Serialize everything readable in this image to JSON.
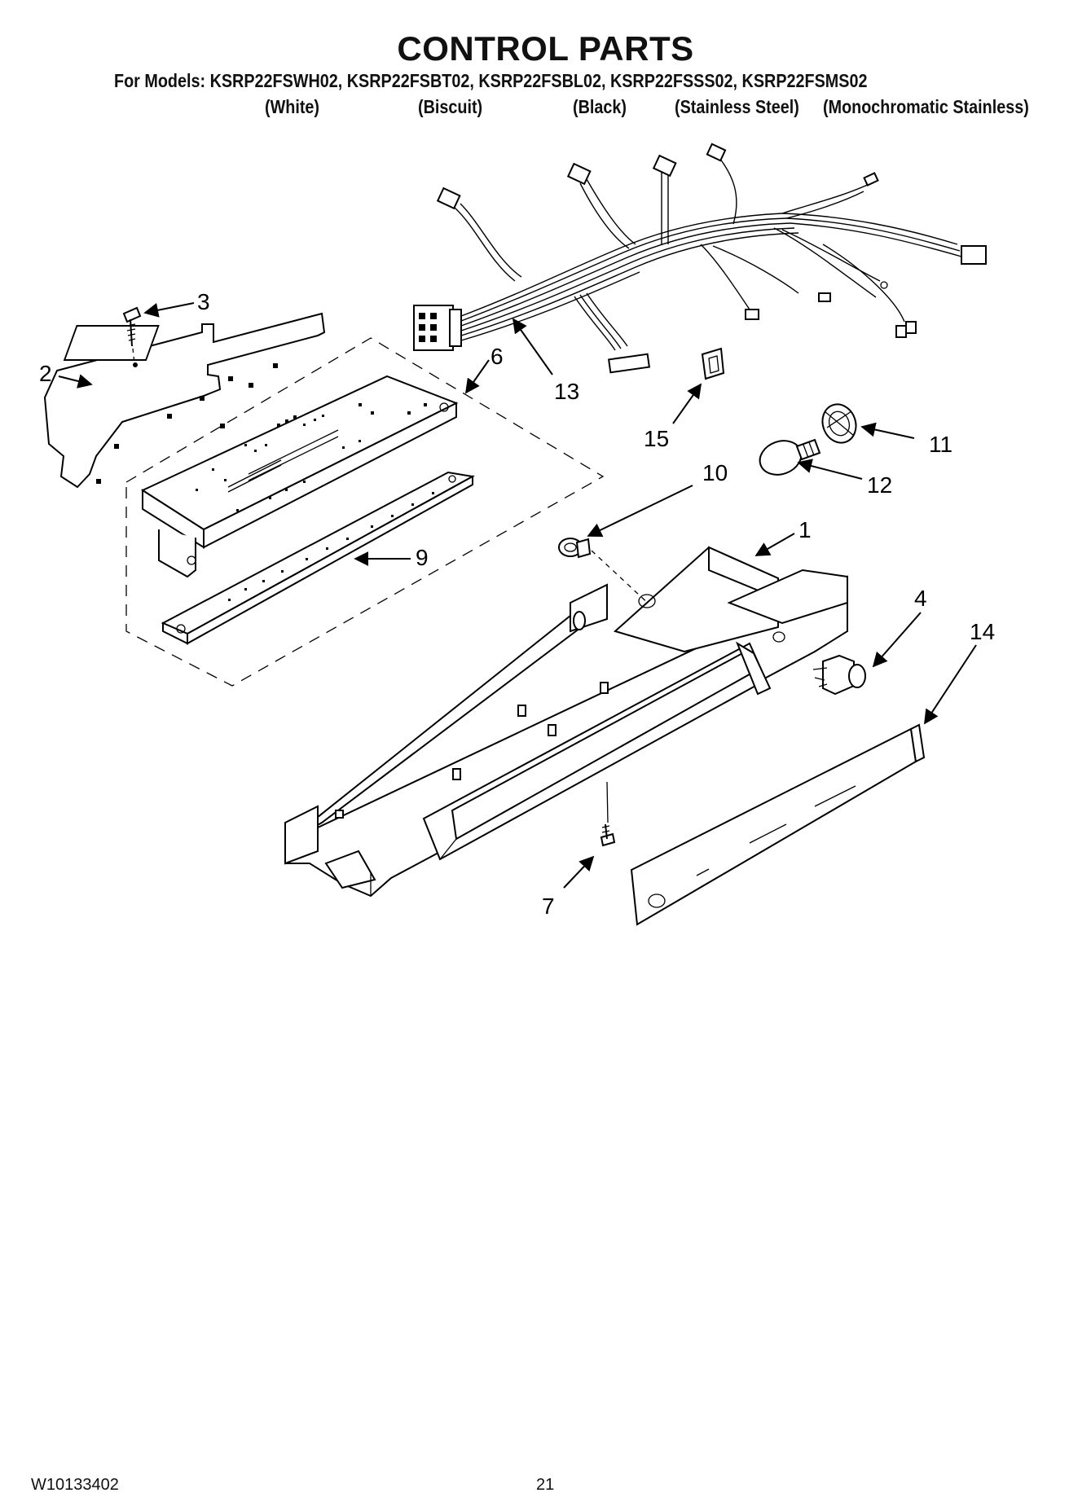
{
  "header": {
    "title": "CONTROL PARTS",
    "models_line": "For Models: KSRP22FSWH02, KSRP22FSBT02, KSRP22FSBL02, KSRP22FSSS02, KSRP22FSMS02",
    "colors": {
      "white": "(White)",
      "biscuit": "(Biscuit)",
      "black": "(Black)",
      "stainless": "(Stainless Steel)",
      "monochromatic": "(Monochromatic Stainless)"
    }
  },
  "callouts": {
    "c1": "1",
    "c2": "2",
    "c3": "3",
    "c4": "4",
    "c6": "6",
    "c7": "7",
    "c9": "9",
    "c10": "10",
    "c11": "11",
    "c12": "12",
    "c13": "13",
    "c14": "14",
    "c15": "15"
  },
  "footer": {
    "doc_number": "W10133402",
    "page_number": "21"
  }
}
